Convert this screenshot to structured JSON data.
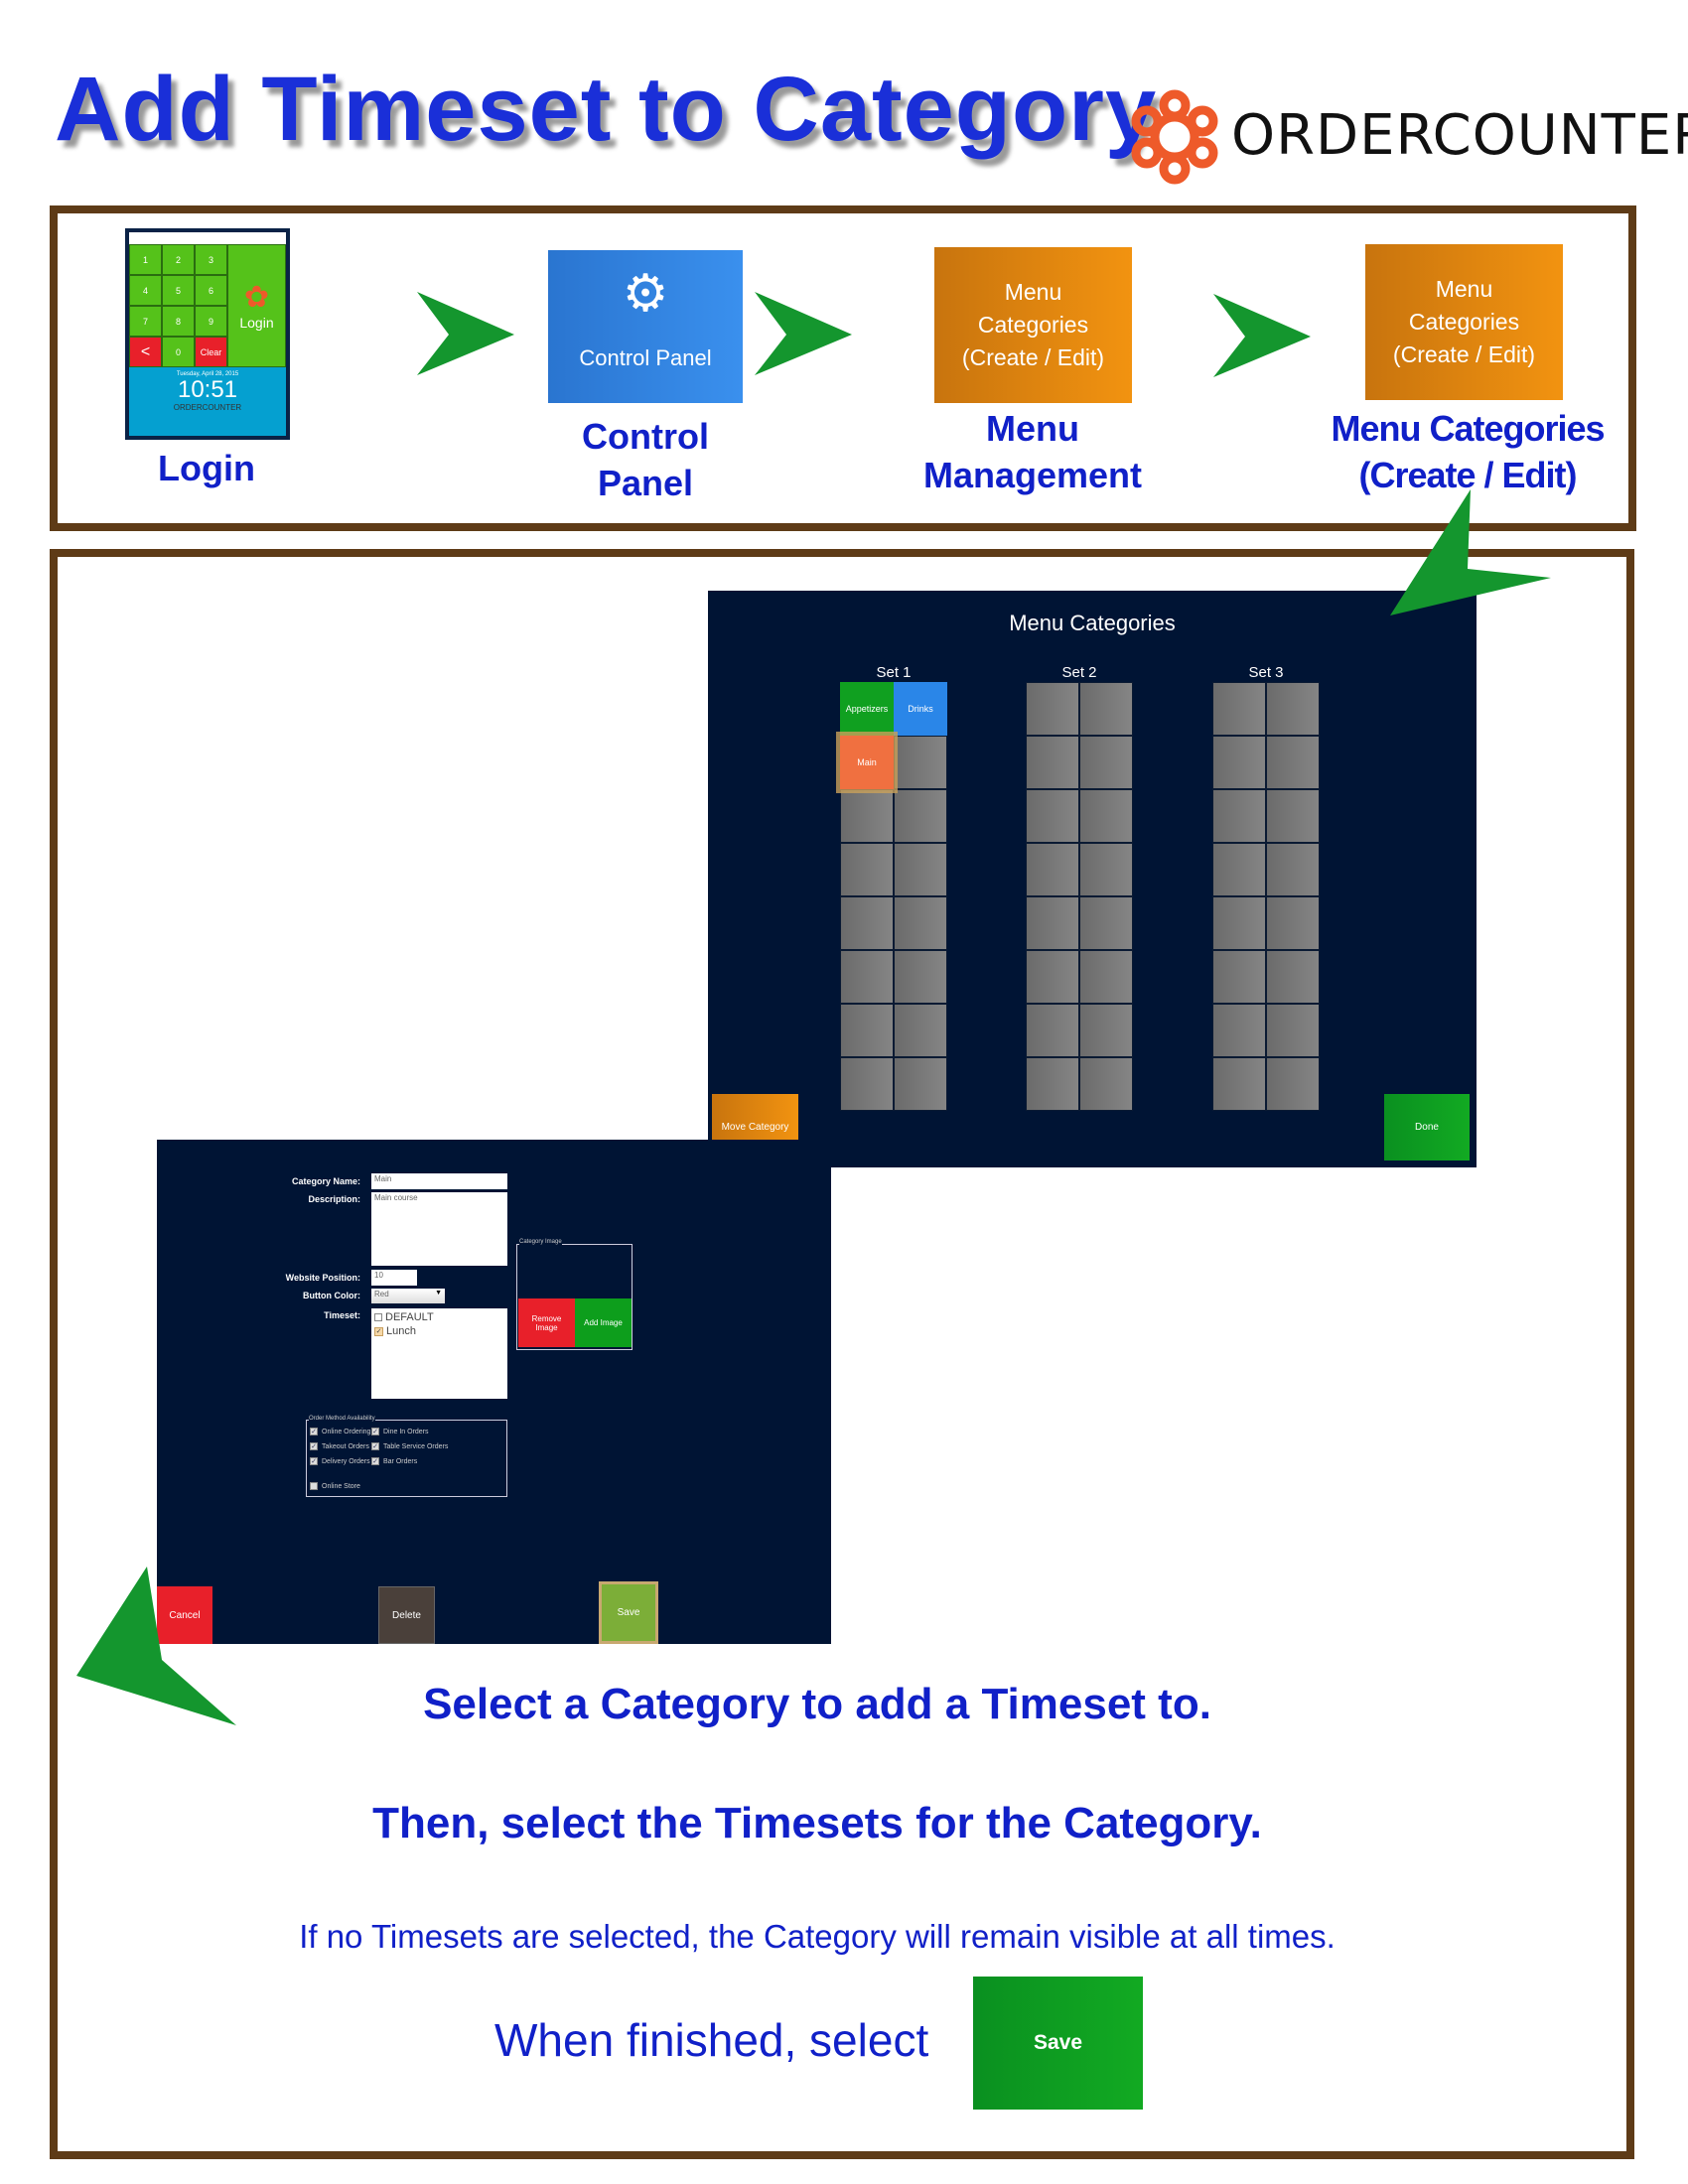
{
  "title": "Add Timeset to Category",
  "logo": {
    "text": "ORDERCOUNTER"
  },
  "colors": {
    "title": "#1a2fd8",
    "label": "#1020c8",
    "arrow": "#14962e",
    "frame": "#5e3b17",
    "screen_bg": "#001434"
  },
  "steps": [
    {
      "label_lines": [
        "Login"
      ],
      "screen": {
        "keys": [
          "1",
          "2",
          "3",
          "4",
          "5",
          "6",
          "7",
          "8",
          "9",
          "<",
          "0",
          "Clear"
        ],
        "login_label": "Login",
        "date": "Tuesday, April 28, 2015",
        "time": "10:51",
        "brand": "ORDERCOUNTER"
      }
    },
    {
      "label_lines": [
        "Control",
        "Panel"
      ],
      "tile": "Control Panel",
      "icon": "gear-icon"
    },
    {
      "label_lines": [
        "Menu",
        "Management"
      ],
      "tile_lines": [
        "Menu",
        "Categories",
        "(Create / Edit)"
      ]
    },
    {
      "label_lines": [
        "Menu Categories",
        "(Create / Edit)"
      ],
      "tile_lines": [
        "Menu",
        "Categories",
        "(Create / Edit)"
      ]
    }
  ],
  "menu_categories_screen": {
    "title": "Menu Categories",
    "sets": [
      "Set 1",
      "Set 2",
      "Set 3"
    ],
    "categories": [
      {
        "name": "Appetizers",
        "color": "#10a020"
      },
      {
        "name": "Drinks",
        "color": "#2a86e8"
      },
      {
        "name": "Main",
        "color": "#f07040"
      }
    ],
    "move_button": "Move Category",
    "done_button": "Done"
  },
  "edit_screen": {
    "category_name_label": "Category Name:",
    "category_name_value": "Main",
    "description_label": "Description:",
    "description_value": "Main course",
    "website_position_label": "Website Position:",
    "website_position_value": "10",
    "button_color_label": "Button Color:",
    "button_color_value": "Red",
    "timeset_label": "Timeset:",
    "timesets": [
      {
        "name": "DEFAULT",
        "checked": false
      },
      {
        "name": "Lunch",
        "checked": true
      }
    ],
    "category_image_legend": "Category Image",
    "remove_image": "Remove Image",
    "add_image": "Add Image",
    "order_method_legend": "Order Method Availability",
    "order_methods": [
      {
        "name": "Online Ordering",
        "checked": true
      },
      {
        "name": "Dine In Orders",
        "checked": true
      },
      {
        "name": "Takeout Orders",
        "checked": true
      },
      {
        "name": "Table Service Orders",
        "checked": true
      },
      {
        "name": "Delivery Orders",
        "checked": true
      },
      {
        "name": "Bar Orders",
        "checked": true
      },
      {
        "name": "Online Store",
        "checked": false
      }
    ],
    "cancel": "Cancel",
    "delete": "Delete",
    "save": "Save"
  },
  "instructions": {
    "line1": "Select a Category to add a Timeset to.",
    "line2": "Then, select the Timesets for the Category.",
    "line3": "If no Timesets are selected, the Category will remain visible at all times.",
    "line4": "When finished, select",
    "save_button": "Save"
  }
}
